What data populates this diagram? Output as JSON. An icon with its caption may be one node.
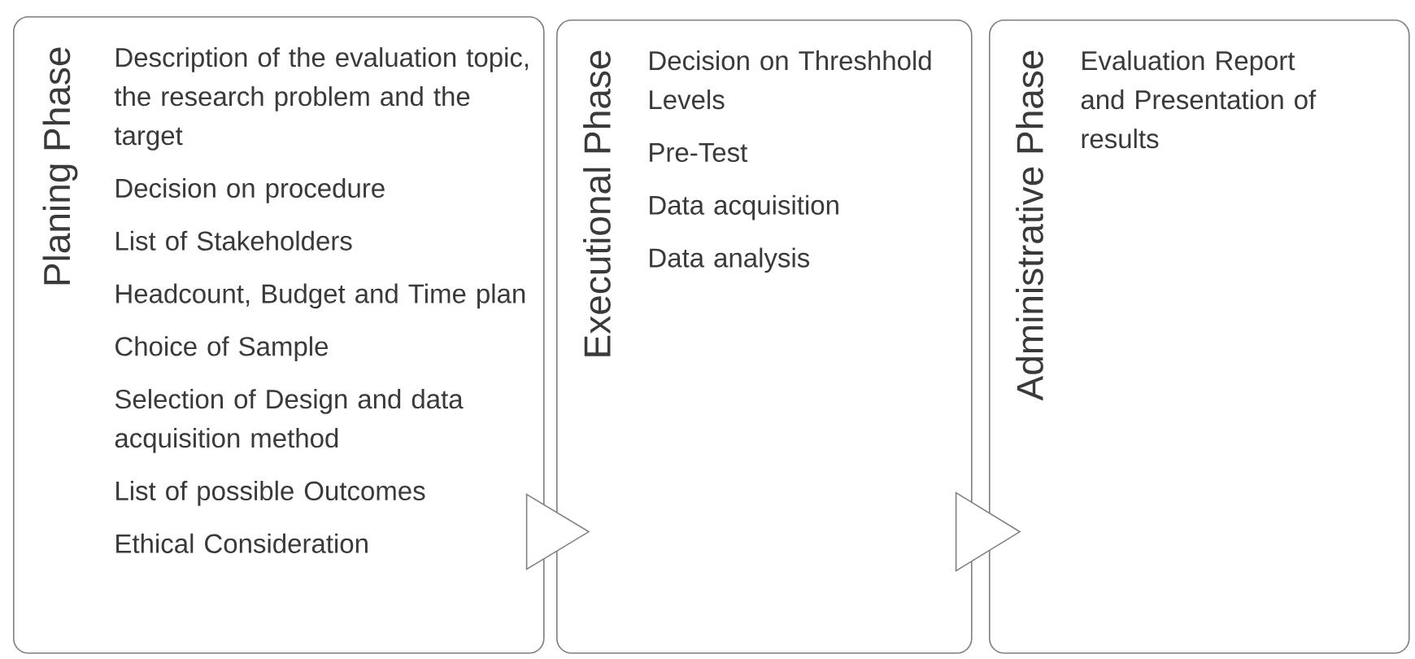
{
  "diagram": {
    "nodes": [
      {
        "text": [
          "Planing Phase",
          "Description of the evaluation topic, the research problem and the target",
          "Decision on procedure",
          "List of Stakeholders",
          "Headcount, Budget and Time plan",
          "Choice of Sample",
          "Selection of Design and data acquisition method",
          "List of possible Outcomes",
          "Ethical Consideration"
        ]
      },
      {
        "text": [
          "Executional Phase",
          "Decision on Threshhold Levels",
          "Pre-Test",
          "Data acquisition",
          "Data analysis"
        ]
      },
      {
        "text": [
          "Administrative Phase",
          "Evaluation Report and Presentation of results"
        ]
      }
    ],
    "edges": [
      {
        "from": 0,
        "to": 1,
        "arrow": "to"
      },
      {
        "from": 1,
        "to": 2,
        "arrow": "to"
      }
    ]
  }
}
